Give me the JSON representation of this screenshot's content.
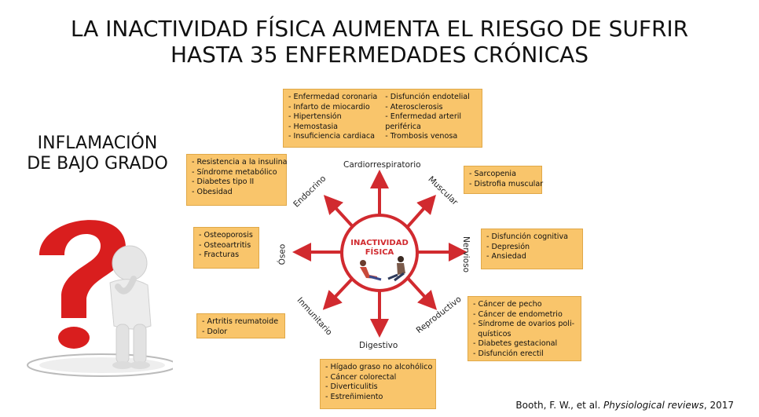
{
  "title": {
    "line1": "LA INACTIVIDAD FÍSICA AUMENTA EL RIESGO DE SUFRIR",
    "line2": "HASTA 35 ENFERMEDADES CRÓNICAS"
  },
  "side_heading": {
    "line1": "INFLAMACIÓN",
    "line2": "DE BAJO GRADO"
  },
  "center": {
    "line1": "INACTIVIDAD",
    "line2": "FÍSICA",
    "color": "#d12a2f"
  },
  "systems": {
    "cardiorespiratorio": "Cardiorrespiratorio",
    "muscular": "Muscular",
    "nervioso": "Nervioso",
    "reproductivo": "Reproductivo",
    "digestivo": "Digestivo",
    "inmunitario": "Inmunitario",
    "oseo": "Óseo",
    "endocrino": "Endocrino"
  },
  "boxes": {
    "cardio_col1": [
      "- Enfermedad coronaria",
      "- Infarto de miocardio",
      "- Hipertensión",
      "- Hemostasia",
      "- Insuficiencia cardiaca"
    ],
    "cardio_col2": [
      "- Disfunción endotelial",
      "- Aterosclerosis",
      "- Enfermedad arteril",
      "periférica",
      "- Trombosis venosa"
    ],
    "endocrino": [
      "- Resistencia a la insulina",
      "- Síndrome metabólico",
      "- Diabetes tipo II",
      "- Obesidad"
    ],
    "muscular": [
      "- Sarcopenia",
      "- Distrofia muscular"
    ],
    "oseo": [
      "- Osteoporosis",
      "- Osteoartritis",
      "- Fracturas"
    ],
    "nervioso": [
      "- Disfunción cognitiva",
      "- Depresión",
      "- Ansiedad"
    ],
    "inmunitario": [
      "- Artritis reumatoide",
      "- Dolor"
    ],
    "reproductivo": [
      "- Cáncer de pecho",
      "- Cáncer de endometrio",
      "- Síndrome de ovarios poli-",
      "  quísticos",
      "- Diabetes gestacional",
      "- Disfunción erectil"
    ],
    "digestivo": [
      "- Hígado graso no alcohólico",
      "- Cáncer colorectal",
      "- Diverticulitis",
      "- Estreñimiento"
    ]
  },
  "citation": {
    "authors": "Booth, F. W., et al.",
    "journal": "Physiological reviews",
    "year": ", 2017"
  },
  "colors": {
    "box_fill": "#f9c56b",
    "arrow": "#d12a2f",
    "question_mark": "#d91e1e"
  },
  "icons": {
    "figure": "thinking-person-with-question-mark",
    "center": "sitting-people-icon"
  }
}
